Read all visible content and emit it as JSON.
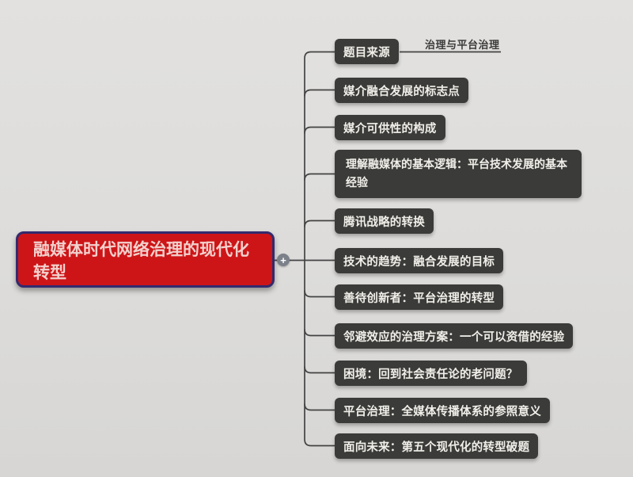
{
  "root": {
    "label": "融媒体时代网络治理的现代化转型",
    "fill": "#cd1518",
    "border_color": "#332a6d",
    "text_color": "#f2d1cd"
  },
  "expander": {
    "symbol": "+"
  },
  "float_topic": {
    "label": "治理与平台治理"
  },
  "branches": [
    {
      "label": "题目来源"
    },
    {
      "label": "媒介融合发展的标志点"
    },
    {
      "label": "媒介可供性的构成"
    },
    {
      "label": "理解融媒体的基本逻辑：平台技术发展的基本经验"
    },
    {
      "label": "腾讯战略的转换"
    },
    {
      "label": "技术的趋势：融合发展的目标"
    },
    {
      "label": "善待创新者：平台治理的转型"
    },
    {
      "label": "邻避效应的治理方案：一个可以资借的经验"
    },
    {
      "label": "困境：回到社会责任论的老问题？"
    },
    {
      "label": "平台治理：全媒体传播体系的参照意义"
    },
    {
      "label": "面向未来：第五个现代化的转型破题"
    }
  ],
  "colors": {
    "background": "#dcdbd9",
    "branch_fill": "#3b3b3a",
    "branch_text": "#f1efe9",
    "link": "#434343"
  }
}
